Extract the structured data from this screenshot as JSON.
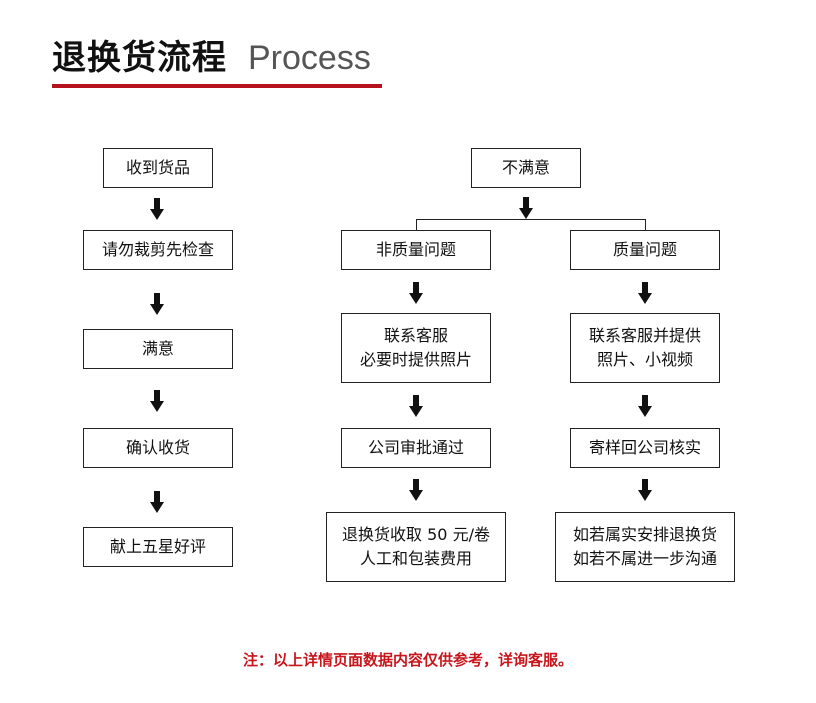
{
  "header": {
    "title_cn": "退换货流程",
    "title_en": "Process",
    "accent_color": "#b5121b"
  },
  "left_flow": {
    "step1": "收到货品",
    "step2": "请勿裁剪先检查",
    "step3": "满意",
    "step4": "确认收货",
    "step5": "献上五星好评"
  },
  "right_flow": {
    "root": "不满意",
    "non_quality": {
      "title": "非质量问题",
      "step1_line1": "联系客服",
      "step1_line2": "必要时提供照片",
      "step2": "公司审批通过",
      "step3_line1": "退换货收取 50 元/卷",
      "step3_line2": "人工和包装费用"
    },
    "quality": {
      "title": "质量问题",
      "step1_line1": "联系客服并提供",
      "step1_line2": "照片、小视频",
      "step2": "寄样回公司核实",
      "step3_line1": "如若属实安排退换货",
      "step3_line2": "如若不属进一步沟通"
    }
  },
  "footer": {
    "note": "注：以上详情页面数据内容仅供参考，详询客服。",
    "note_color": "#c8161d"
  }
}
